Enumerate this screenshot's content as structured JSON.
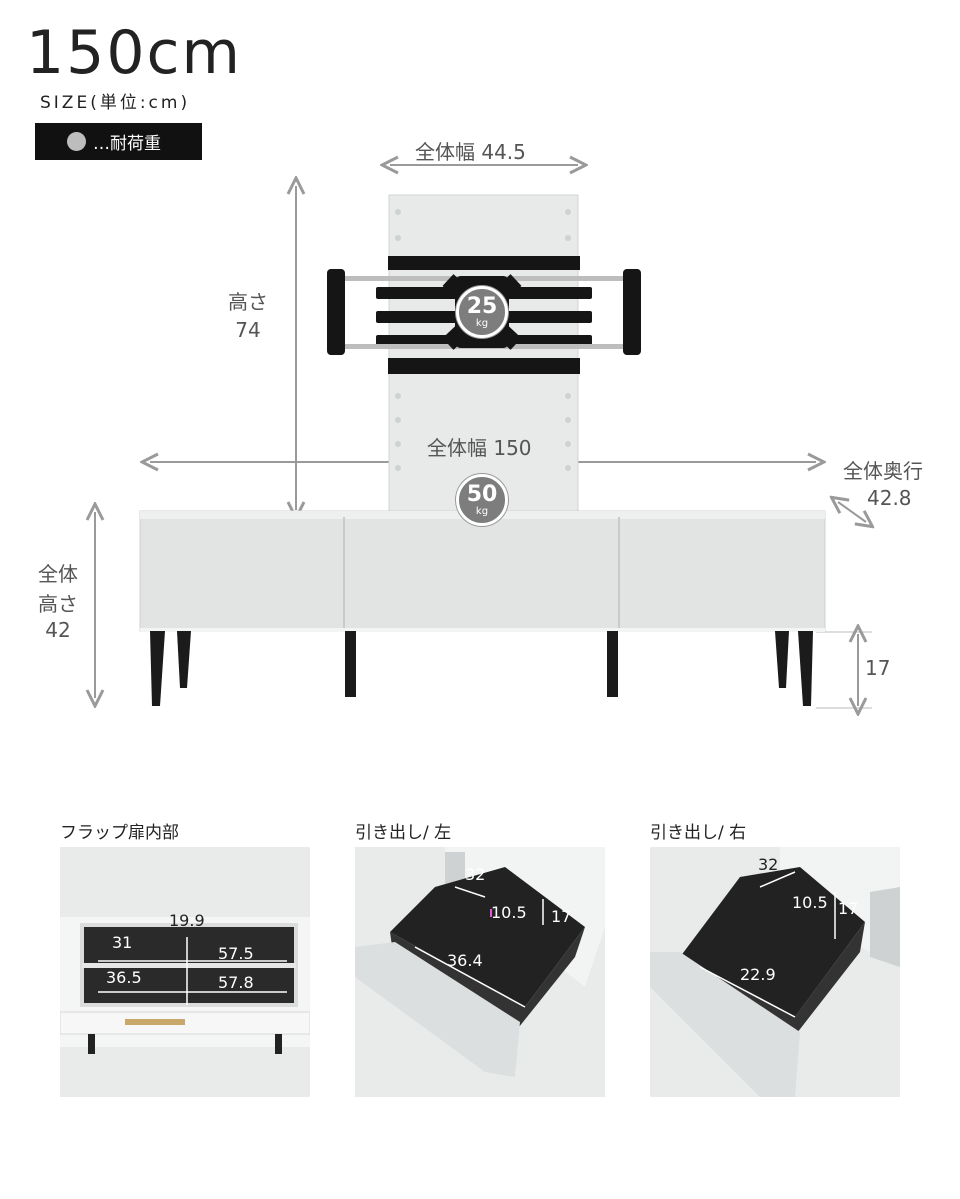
{
  "header": {
    "title": "150cm",
    "subtitle": "SIZE(単位:cm)",
    "legend": "…耐荷重"
  },
  "dimensions": {
    "panel_width": "全体幅 44.5",
    "height_label": "高さ",
    "height_value": "74",
    "total_width": "全体幅 150",
    "depth_label": "全体奥行",
    "depth_value": "42.8",
    "body_height_l1": "全体",
    "body_height_l2": "高さ",
    "body_height_value": "42",
    "leg_height": "17"
  },
  "load": {
    "bracket_value": "25",
    "bracket_unit": "kg",
    "top_value": "50",
    "top_unit": "kg"
  },
  "details": [
    {
      "caption": "フラップ扉内部",
      "labels": [
        "19.9",
        "31",
        "57.5",
        "36.5",
        "57.8"
      ]
    },
    {
      "caption": "引き出し/ 左",
      "labels": [
        "32",
        "10.5",
        "17",
        "36.4"
      ]
    },
    {
      "caption": "引き出し/ 右",
      "labels": [
        "32",
        "10.5",
        "17",
        "22.9"
      ]
    }
  ],
  "colors": {
    "cabinet": "#e4e6e6",
    "leg": "#1b1b1b",
    "bracket": "#151515",
    "badge": "#7d7d7d",
    "arrow": "#9a9a9a"
  }
}
